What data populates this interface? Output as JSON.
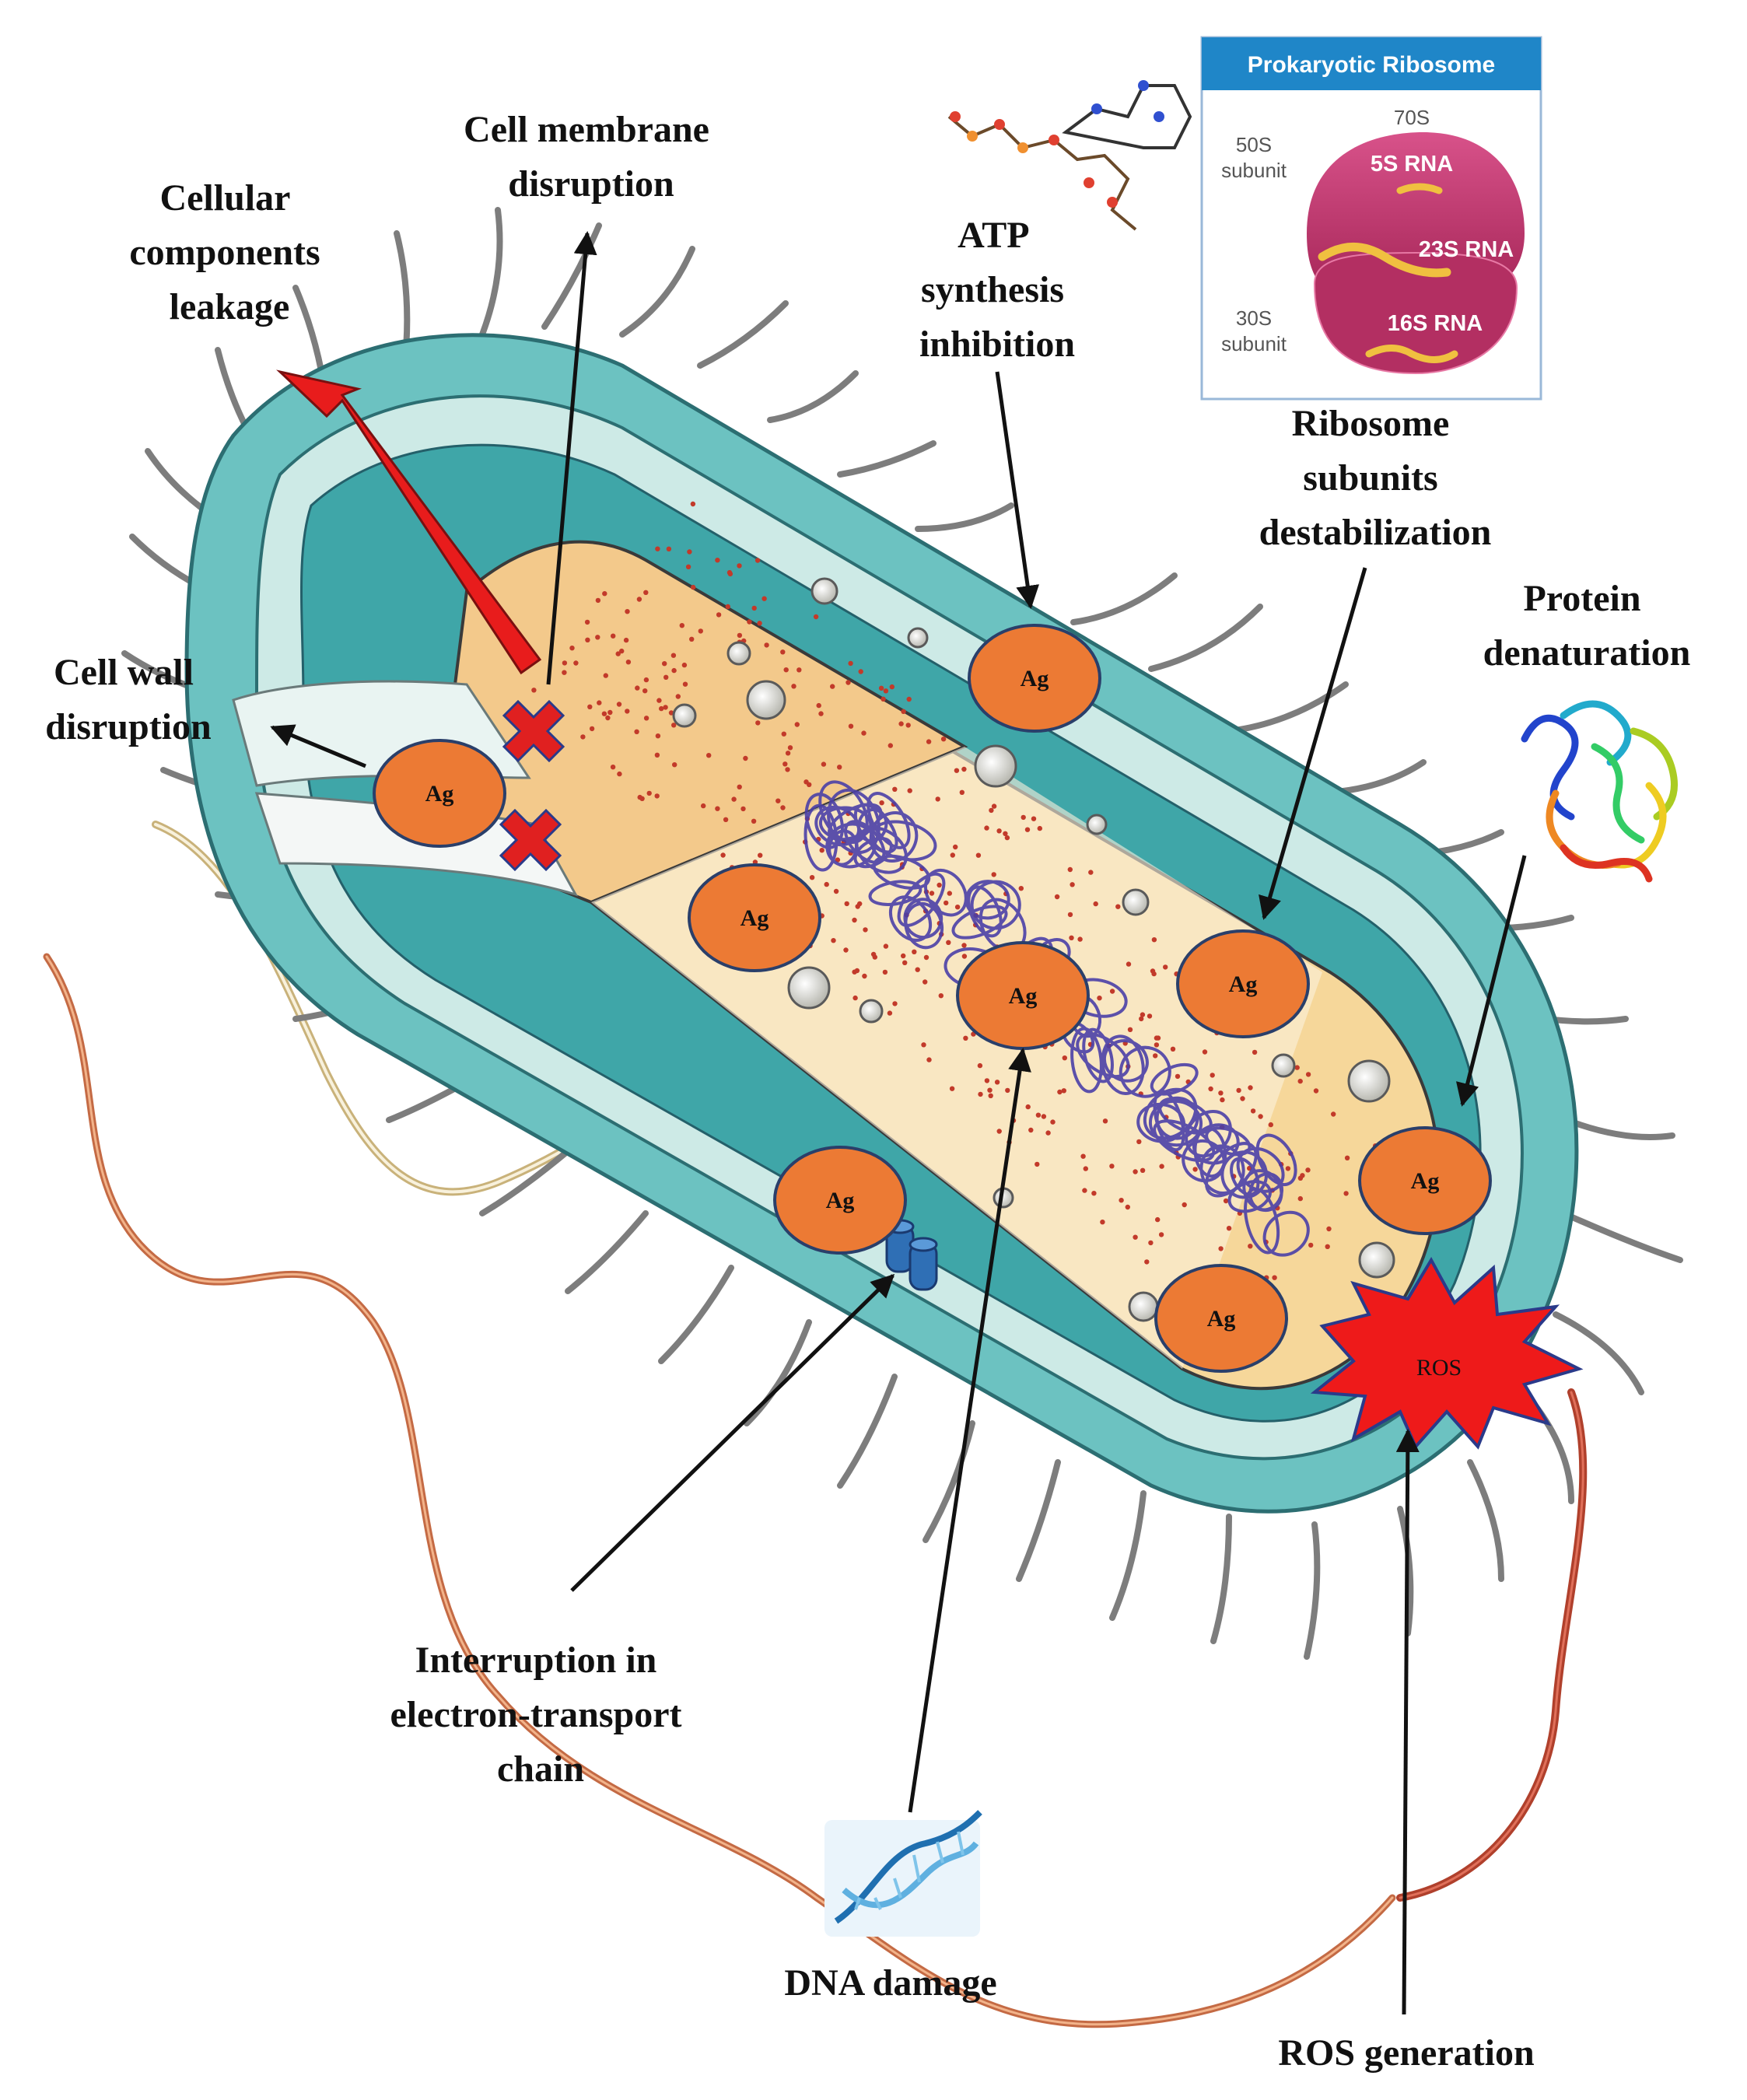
{
  "labels": {
    "cell_membrane": [
      "Cell membrane",
      "disruption"
    ],
    "cellular_leakage": [
      "Cellular",
      "components",
      "leakage"
    ],
    "cell_wall": [
      "Cell wall",
      "disruption"
    ],
    "atp": [
      "ATP",
      "synthesis",
      "inhibition"
    ],
    "ribosome": [
      "Ribosome",
      "subunits",
      "destabilization"
    ],
    "protein": [
      "Protein",
      "denaturation"
    ],
    "electron_transport": [
      "Interruption in",
      "electron-transport",
      "chain"
    ],
    "dna": [
      "DNA damage"
    ],
    "ros_gen": [
      "ROS generation"
    ]
  },
  "ribosome_inset": {
    "title": "Prokaryotic Ribosome",
    "s70": "70S",
    "s50": [
      "50S",
      "subunit"
    ],
    "s30": [
      "30S",
      "subunit"
    ],
    "rna5": "5S RNA",
    "rna23": "23S RNA",
    "rna16": "16S RNA"
  },
  "ag_label": "Ag",
  "ros_label": "ROS",
  "colors": {
    "silver_particle": "#ec7a34",
    "leakage_arrow": "#e81c1c",
    "ros_burst": "#f01414",
    "cell_wall": "#5fb8b9",
    "cytoplasm": "#f6d79a",
    "dna": "#4a3fa8",
    "ribosome": "#c0396c",
    "ribosome_header": "#1f86c8"
  }
}
